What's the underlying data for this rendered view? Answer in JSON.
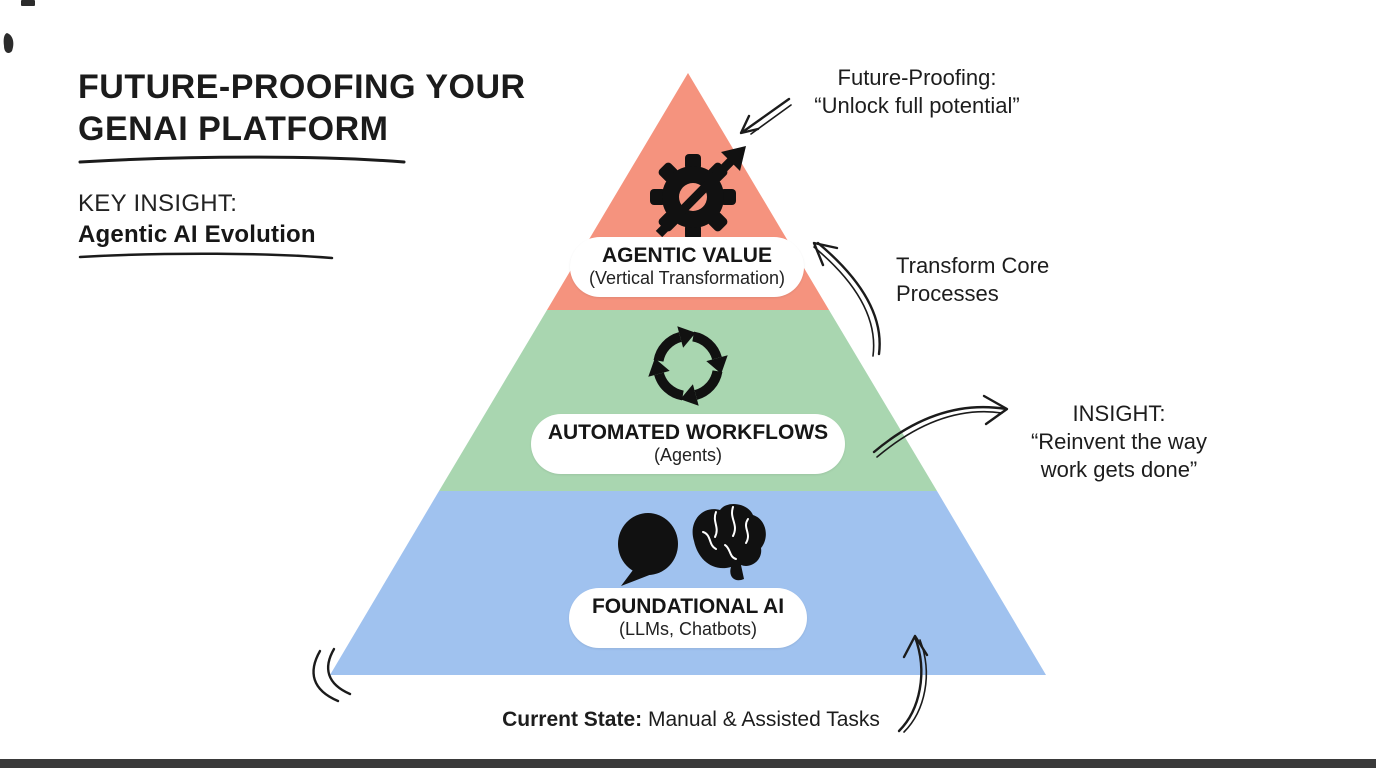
{
  "canvas": {
    "background": "#ffffff",
    "ink_color": "#1e1e1e",
    "icon_color": "#111111",
    "bottom_bar_color": "#3a3a3a"
  },
  "header": {
    "title_line1": "FUTURE-PROOFING YOUR",
    "title_line2": "GENAI PLATFORM",
    "key_insight_label": "KEY INSIGHT:",
    "key_insight_value": "Agentic AI Evolution"
  },
  "pyramid": {
    "levels": [
      {
        "name": "AGENTIC VALUE",
        "subtitle": "(Vertical Transformation)",
        "color": "#F5937E",
        "icon": "gear-growth-arrow-icon"
      },
      {
        "name": "AUTOMATED WORKFLOWS",
        "subtitle": "(Agents)",
        "color": "#A9D6B0",
        "icon": "cycle-arrows-icon"
      },
      {
        "name": "FOUNDATIONAL AI",
        "subtitle": "(LLMs, Chatbots)",
        "color": "#A0C2EF",
        "icons": [
          "chat-bubble-icon",
          "brain-icon"
        ]
      }
    ]
  },
  "annotations": {
    "future_proofing": {
      "line1": "Future-Proofing:",
      "line2": "“Unlock full potential”"
    },
    "transform_core": {
      "line1": "Transform Core",
      "line2": "Processes"
    },
    "insight": {
      "line1": "INSIGHT:",
      "line2": "“Reinvent the way",
      "line3": "work gets done”"
    },
    "current_state": {
      "label": "Current State:",
      "value": "Manual & Assisted Tasks"
    }
  }
}
